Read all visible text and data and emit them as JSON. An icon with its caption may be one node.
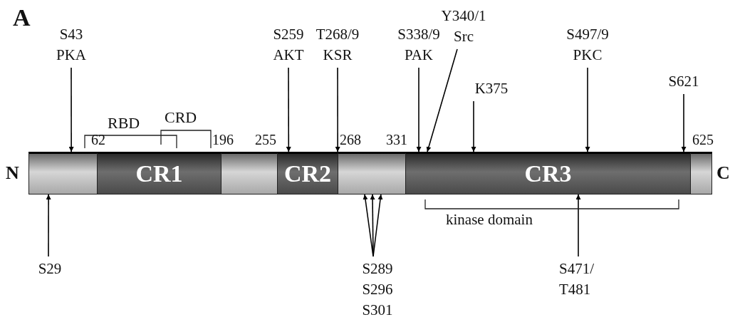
{
  "diagram": {
    "nodes": [
      {
        "text": [],
        "shape": "bar"
      },
      {
        "text": [
          "CR1"
        ]
      },
      {
        "text": [],
        "shape": "bar"
      },
      {
        "text": [
          "CR2"
        ]
      },
      {
        "text": [],
        "shape": "bar"
      },
      {
        "text": [
          "CR3"
        ]
      },
      {
        "text": [],
        "shape": "bar"
      },
      {
        "text": [
          "S43",
          "PKA"
        ]
      },
      {
        "text": [
          "S259",
          "AKT"
        ]
      },
      {
        "text": [
          "T268/9",
          "KSR"
        ]
      },
      {
        "text": [
          "S338/9",
          "PAK"
        ]
      },
      {
        "text": [
          "Y340/1",
          "Src"
        ]
      },
      {
        "text": [
          "K375"
        ]
      },
      {
        "text": [
          "S497/9",
          "PKC"
        ]
      },
      {
        "text": [
          "S621"
        ]
      },
      {
        "text": [
          "S29"
        ]
      },
      {
        "text": [
          "S289",
          "S296",
          "S301"
        ]
      },
      {
        "text": [
          "S471/ T481"
        ]
      }
    ],
    "edges": [
      {
        "from": 7,
        "to": 0,
        "arrow": "to"
      },
      {
        "from": 8,
        "to": 3,
        "arrow": "to"
      },
      {
        "from": 9,
        "to": 3,
        "arrow": "to"
      },
      {
        "from": 10,
        "to": 5,
        "arrow": "to"
      },
      {
        "from": 11,
        "to": 5,
        "arrow": "to"
      },
      {
        "from": 12,
        "to": 5,
        "arrow": "to"
      },
      {
        "from": 13,
        "to": 5,
        "arrow": "to"
      },
      {
        "from": 14,
        "to": 5,
        "arrow": "to"
      },
      {
        "from": 15,
        "to": 0,
        "arrow": "to"
      },
      {
        "from": 16,
        "to": 4,
        "arrow": "to"
      },
      {
        "from": 16,
        "to": 4,
        "arrow": "to"
      },
      {
        "from": 16,
        "to": 4,
        "arrow": "to"
      },
      {
        "from": 17,
        "to": 5,
        "arrow": "to"
      }
    ],
    "labels": [
      "A",
      "RBD",
      "CRD",
      "62",
      "196",
      "255",
      "268",
      "331",
      "625",
      "N",
      "C",
      "kinase domain"
    ]
  }
}
